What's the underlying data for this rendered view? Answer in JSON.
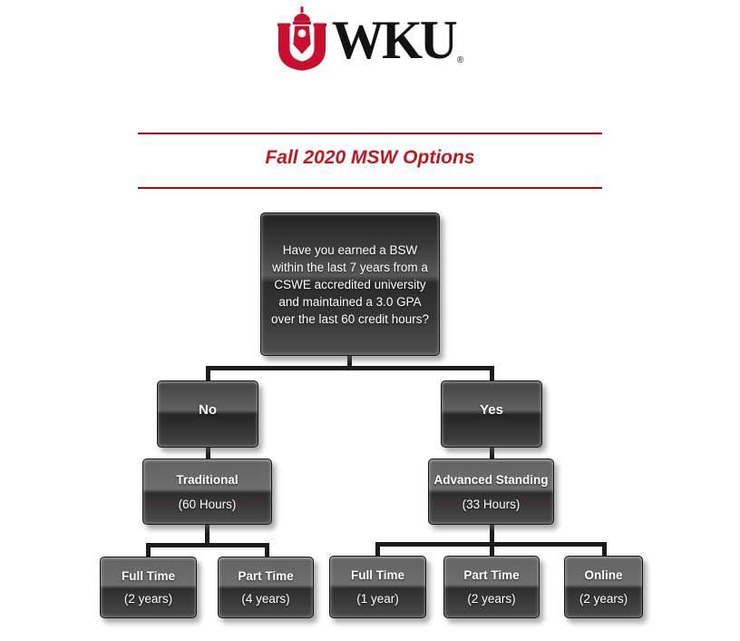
{
  "header": {
    "logo": {
      "wordmark": "WKU",
      "registered_mark": "®",
      "brand_red": "#c8102e",
      "wordmark_black": "#121212"
    },
    "title": "Fall 2020 MSW Options",
    "title_red": "#c3161c",
    "rule_red": "#a50d10"
  },
  "flowchart": {
    "colors": {
      "node_text": "#ffffff",
      "connector": "#1b1b1b",
      "node_dark": "#2b2b2b",
      "node_light": "#6e6e6e"
    },
    "question": {
      "lines": [
        "Have you earned a BSW",
        "within the last 7 years from a",
        "CSWE accredited university",
        "and maintained a 3.0 GPA",
        "over the last 60 credit hours?"
      ]
    },
    "no_branch": {
      "answer": "No",
      "program": "Traditional",
      "hours": "(60 Hours)",
      "options": [
        {
          "label": "Full Time",
          "duration": "(2 years)"
        },
        {
          "label": "Part Time",
          "duration": "(4 years)"
        }
      ]
    },
    "yes_branch": {
      "answer": "Yes",
      "program": "Advanced Standing",
      "hours": "(33 Hours)",
      "options": [
        {
          "label": "Full Time",
          "duration": "(1 year)"
        },
        {
          "label": "Part Time",
          "duration": "(2 years)"
        },
        {
          "label": "Online",
          "duration": "(2 years)"
        }
      ]
    }
  }
}
